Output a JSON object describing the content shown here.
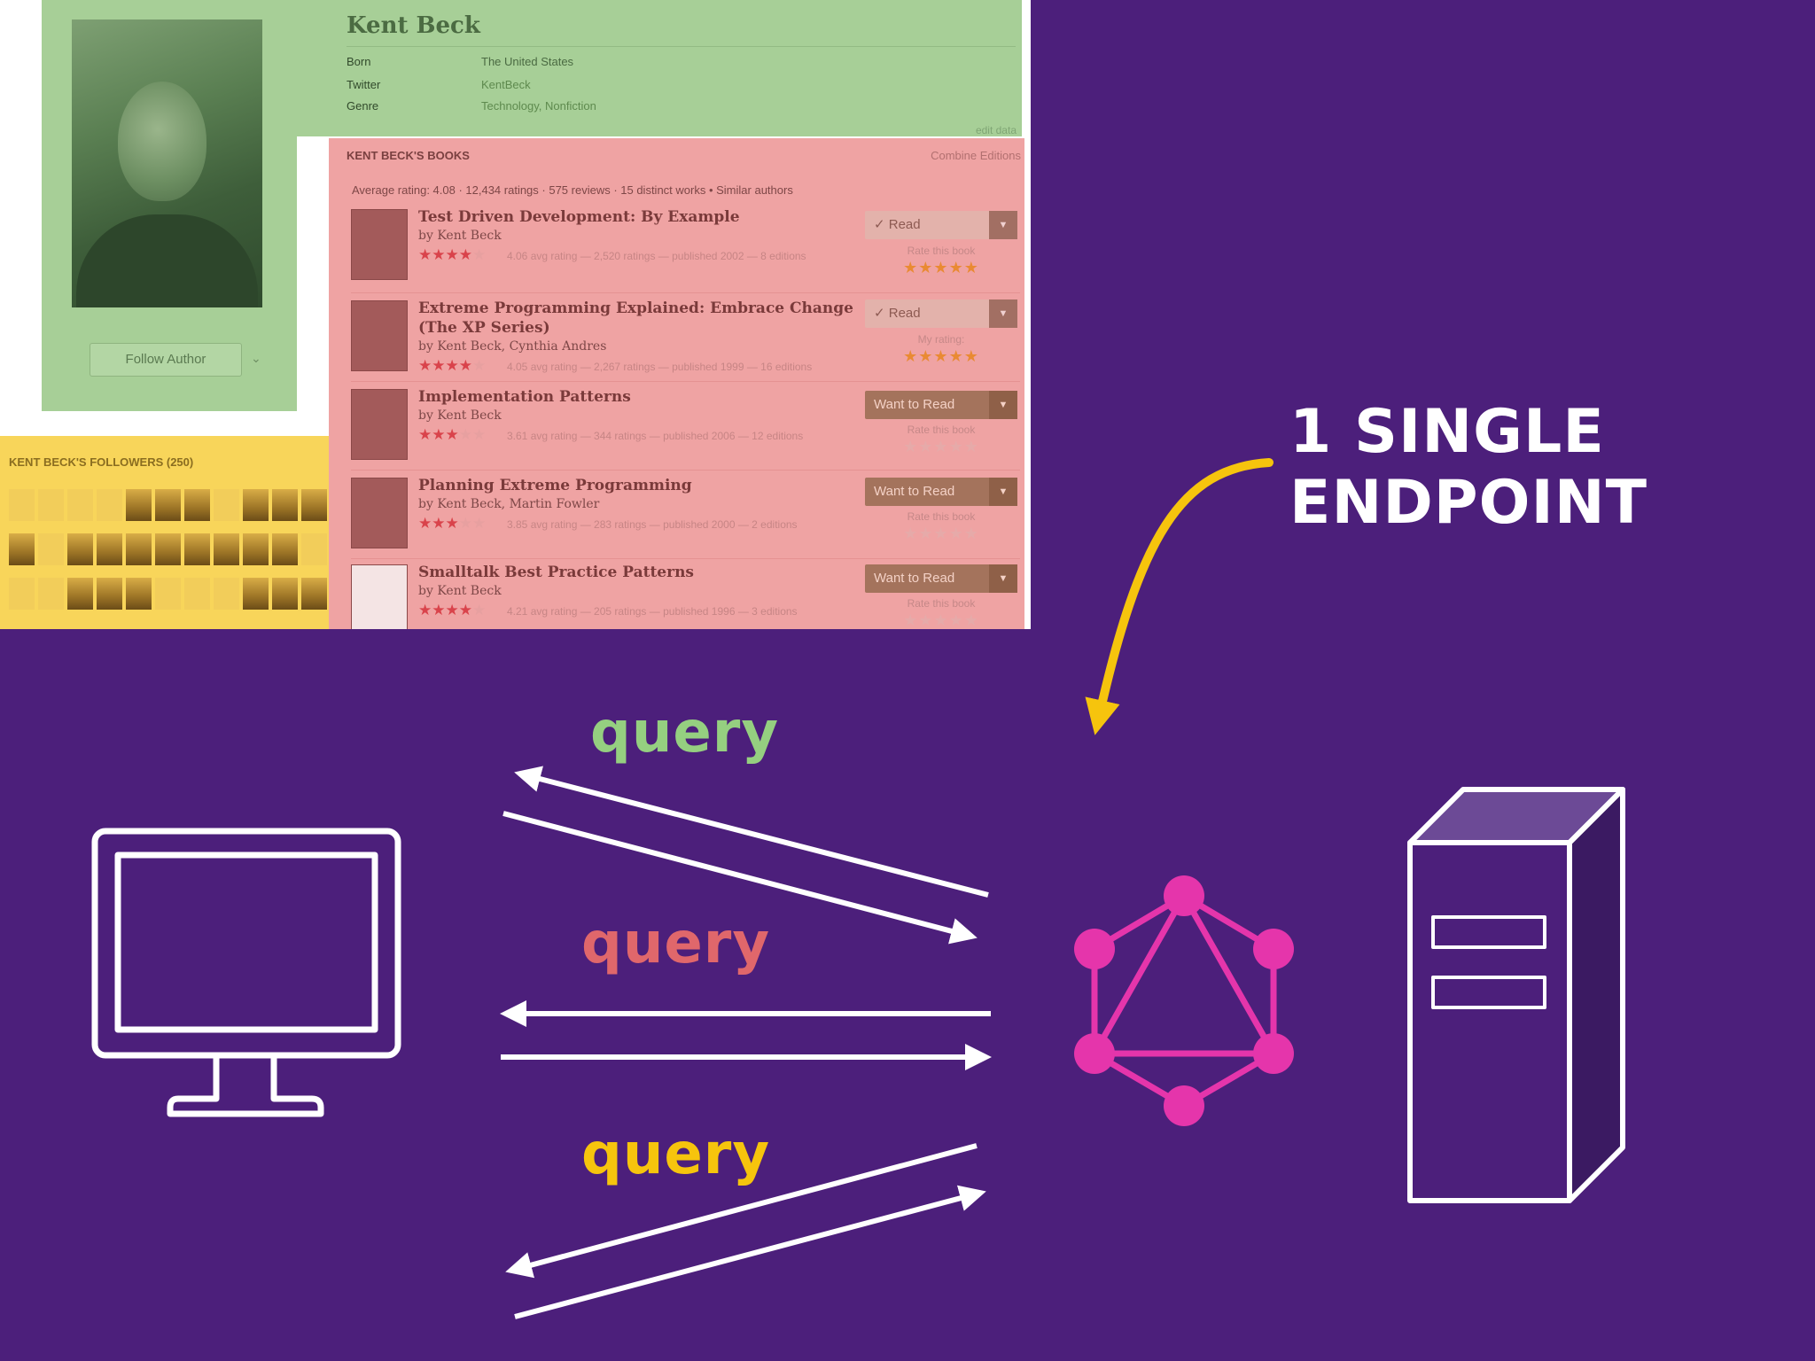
{
  "screenshot": {
    "author": {
      "name": "Kent Beck",
      "follow_label": "Follow Author",
      "info": [
        {
          "key": "Born",
          "value": "The United States"
        },
        {
          "key": "Twitter",
          "value": "KentBeck"
        },
        {
          "key": "Genre",
          "value": "Technology, Nonfiction"
        }
      ],
      "edit_label": "edit data"
    },
    "books": {
      "heading": "KENT BECK'S BOOKS",
      "combine_label": "Combine Editions",
      "stats": "Average rating: 4.08 · 12,434 ratings · 575 reviews · 15 distinct works • Similar authors",
      "items": [
        {
          "title": "Test Driven Development: By Example",
          "by": "by Kent Beck",
          "meta": "4.06 avg rating — 2,520 ratings — published 2002 — 8 editions",
          "shelf": "✓ Read",
          "rate_label": "Rate this book",
          "stars": "★★★★★"
        },
        {
          "title": "Extreme Programming Explained: Embrace Change",
          "title2": "(The XP Series)",
          "by": "by Kent Beck, Cynthia Andres",
          "meta": "4.05 avg rating — 2,267 ratings — published 1999 — 16 editions",
          "shelf": "✓ Read",
          "rate_label": "My rating:",
          "stars": "★★★★★"
        },
        {
          "title": "Implementation Patterns",
          "by": "by Kent Beck",
          "meta": "3.61 avg rating — 344 ratings — published 2006 — 12 editions",
          "shelf": "Want to Read",
          "rate_label": "Rate this book",
          "stars": "★★★★★"
        },
        {
          "title": "Planning Extreme Programming",
          "by": "by Kent Beck, Martin Fowler",
          "meta": "3.85 avg rating — 283 ratings — published 2000 — 2 editions",
          "shelf": "Want to Read",
          "rate_label": "Rate this book",
          "stars": "★★★★★"
        },
        {
          "title": "Smalltalk Best Practice Patterns",
          "by": "by Kent Beck",
          "meta": "4.21 avg rating — 205 ratings — published 1996 — 3 editions",
          "shelf": "Want to Read",
          "rate_label": "Rate this book",
          "stars": "★★★★★"
        }
      ]
    },
    "followers": {
      "heading": "KENT BECK'S FOLLOWERS (250)"
    }
  },
  "diagram": {
    "query_labels": [
      "query",
      "query",
      "query"
    ],
    "query_colors": [
      "#95cf80",
      "#e0676b",
      "#f6c40d"
    ],
    "endpoint_lines": [
      "1 SINGLE",
      "ENDPOINT"
    ],
    "colors": {
      "background": "#4c1f7b",
      "graphql": "#e535ab",
      "arrow_accent": "#f6c40d",
      "stroke": "#ffffff"
    },
    "icons": [
      "monitor-icon",
      "graphql-logo-icon",
      "server-tower-icon"
    ]
  }
}
